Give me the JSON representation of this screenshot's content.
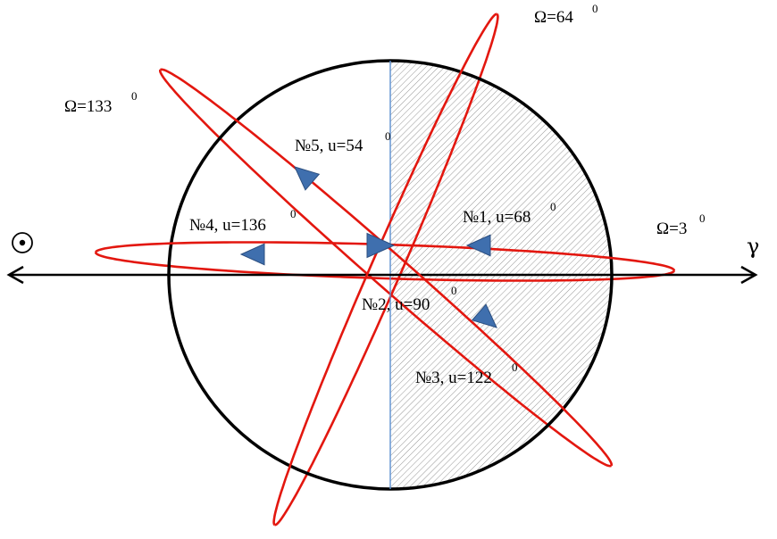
{
  "colors": {
    "orbit": "#e3170f",
    "arrowhead": "#3f6fae",
    "arrowhead_stroke": "#2c4f80",
    "divider": "#5b8fd0",
    "hatch": "#8a8a8a",
    "outline": "#000000"
  },
  "axis": {
    "sun_symbol": "☉",
    "gamma_label": "γ"
  },
  "orbits": [
    {
      "node_label": "Ω=3",
      "node_sup": "0"
    },
    {
      "node_label": "Ω=64",
      "node_sup": "0"
    },
    {
      "node_label": "Ω=133",
      "node_sup": "0"
    }
  ],
  "positions": [
    {
      "label": "№1, u=68",
      "sup": "0"
    },
    {
      "label": "№2, u=90",
      "sup": "0"
    },
    {
      "label": "№3, u=122",
      "sup": "0"
    },
    {
      "label": "№4, u=136",
      "sup": "0"
    },
    {
      "label": "№5, u=54",
      "sup": "0"
    }
  ]
}
